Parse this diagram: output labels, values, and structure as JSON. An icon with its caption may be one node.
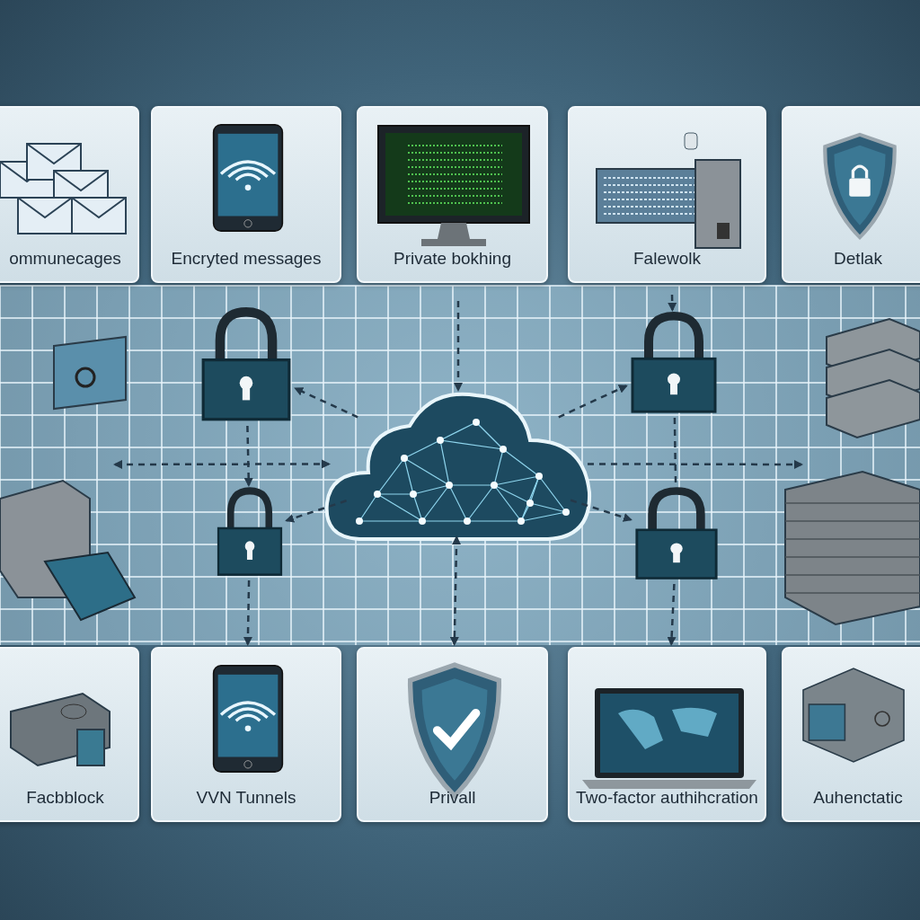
{
  "diagram": {
    "nodes": [
      {
        "text": [
          "ommunecages"
        ]
      },
      {
        "text": [
          "Encryted messages"
        ]
      },
      {
        "text": [
          "Private bokhing"
        ]
      },
      {
        "text": [
          "Falewolk"
        ]
      },
      {
        "text": [
          "Detlak"
        ]
      },
      {
        "text": [],
        "shape": "cloud"
      },
      {
        "text": [],
        "shape": "picture"
      },
      {
        "text": [],
        "shape": "picture"
      },
      {
        "text": [],
        "shape": "picture"
      },
      {
        "text": [],
        "shape": "picture"
      },
      {
        "text": [
          "Facbblock"
        ]
      },
      {
        "text": [
          "VVN Tunnels"
        ]
      },
      {
        "text": [
          "Privall"
        ]
      },
      {
        "text": [
          "Two-factor authihcration"
        ]
      },
      {
        "text": [
          "Auhenctatic"
        ]
      }
    ],
    "edges": [
      {
        "from": 5,
        "to": 6,
        "arrow": "to",
        "style": "dashed"
      },
      {
        "from": 5,
        "to": 7,
        "arrow": "to",
        "style": "dashed"
      },
      {
        "from": 5,
        "to": 8,
        "arrow": "to",
        "style": "dashed"
      },
      {
        "from": 5,
        "to": 9,
        "arrow": "to",
        "style": "dashed"
      },
      {
        "from": 6,
        "to": 7,
        "arrow": "to",
        "style": "dashed"
      },
      {
        "from": null,
        "to": 8,
        "arrow": "to",
        "style": "dashed"
      },
      {
        "from": 8,
        "to": 9,
        "arrow": "none",
        "style": "dashed"
      },
      {
        "from": 7,
        "to": 11,
        "arrow": "to",
        "style": "dashed"
      },
      {
        "from": 9,
        "to": 13,
        "arrow": "to",
        "style": "dashed"
      },
      {
        "from": null,
        "to": 5,
        "arrow": "to",
        "style": "dashed"
      },
      {
        "from": 5,
        "to": 12,
        "arrow": "both",
        "style": "dashed"
      },
      {
        "from": null,
        "to": 5,
        "arrow": "both",
        "style": "dashed"
      },
      {
        "from": 5,
        "to": null,
        "arrow": "to",
        "style": "dashed"
      }
    ]
  }
}
